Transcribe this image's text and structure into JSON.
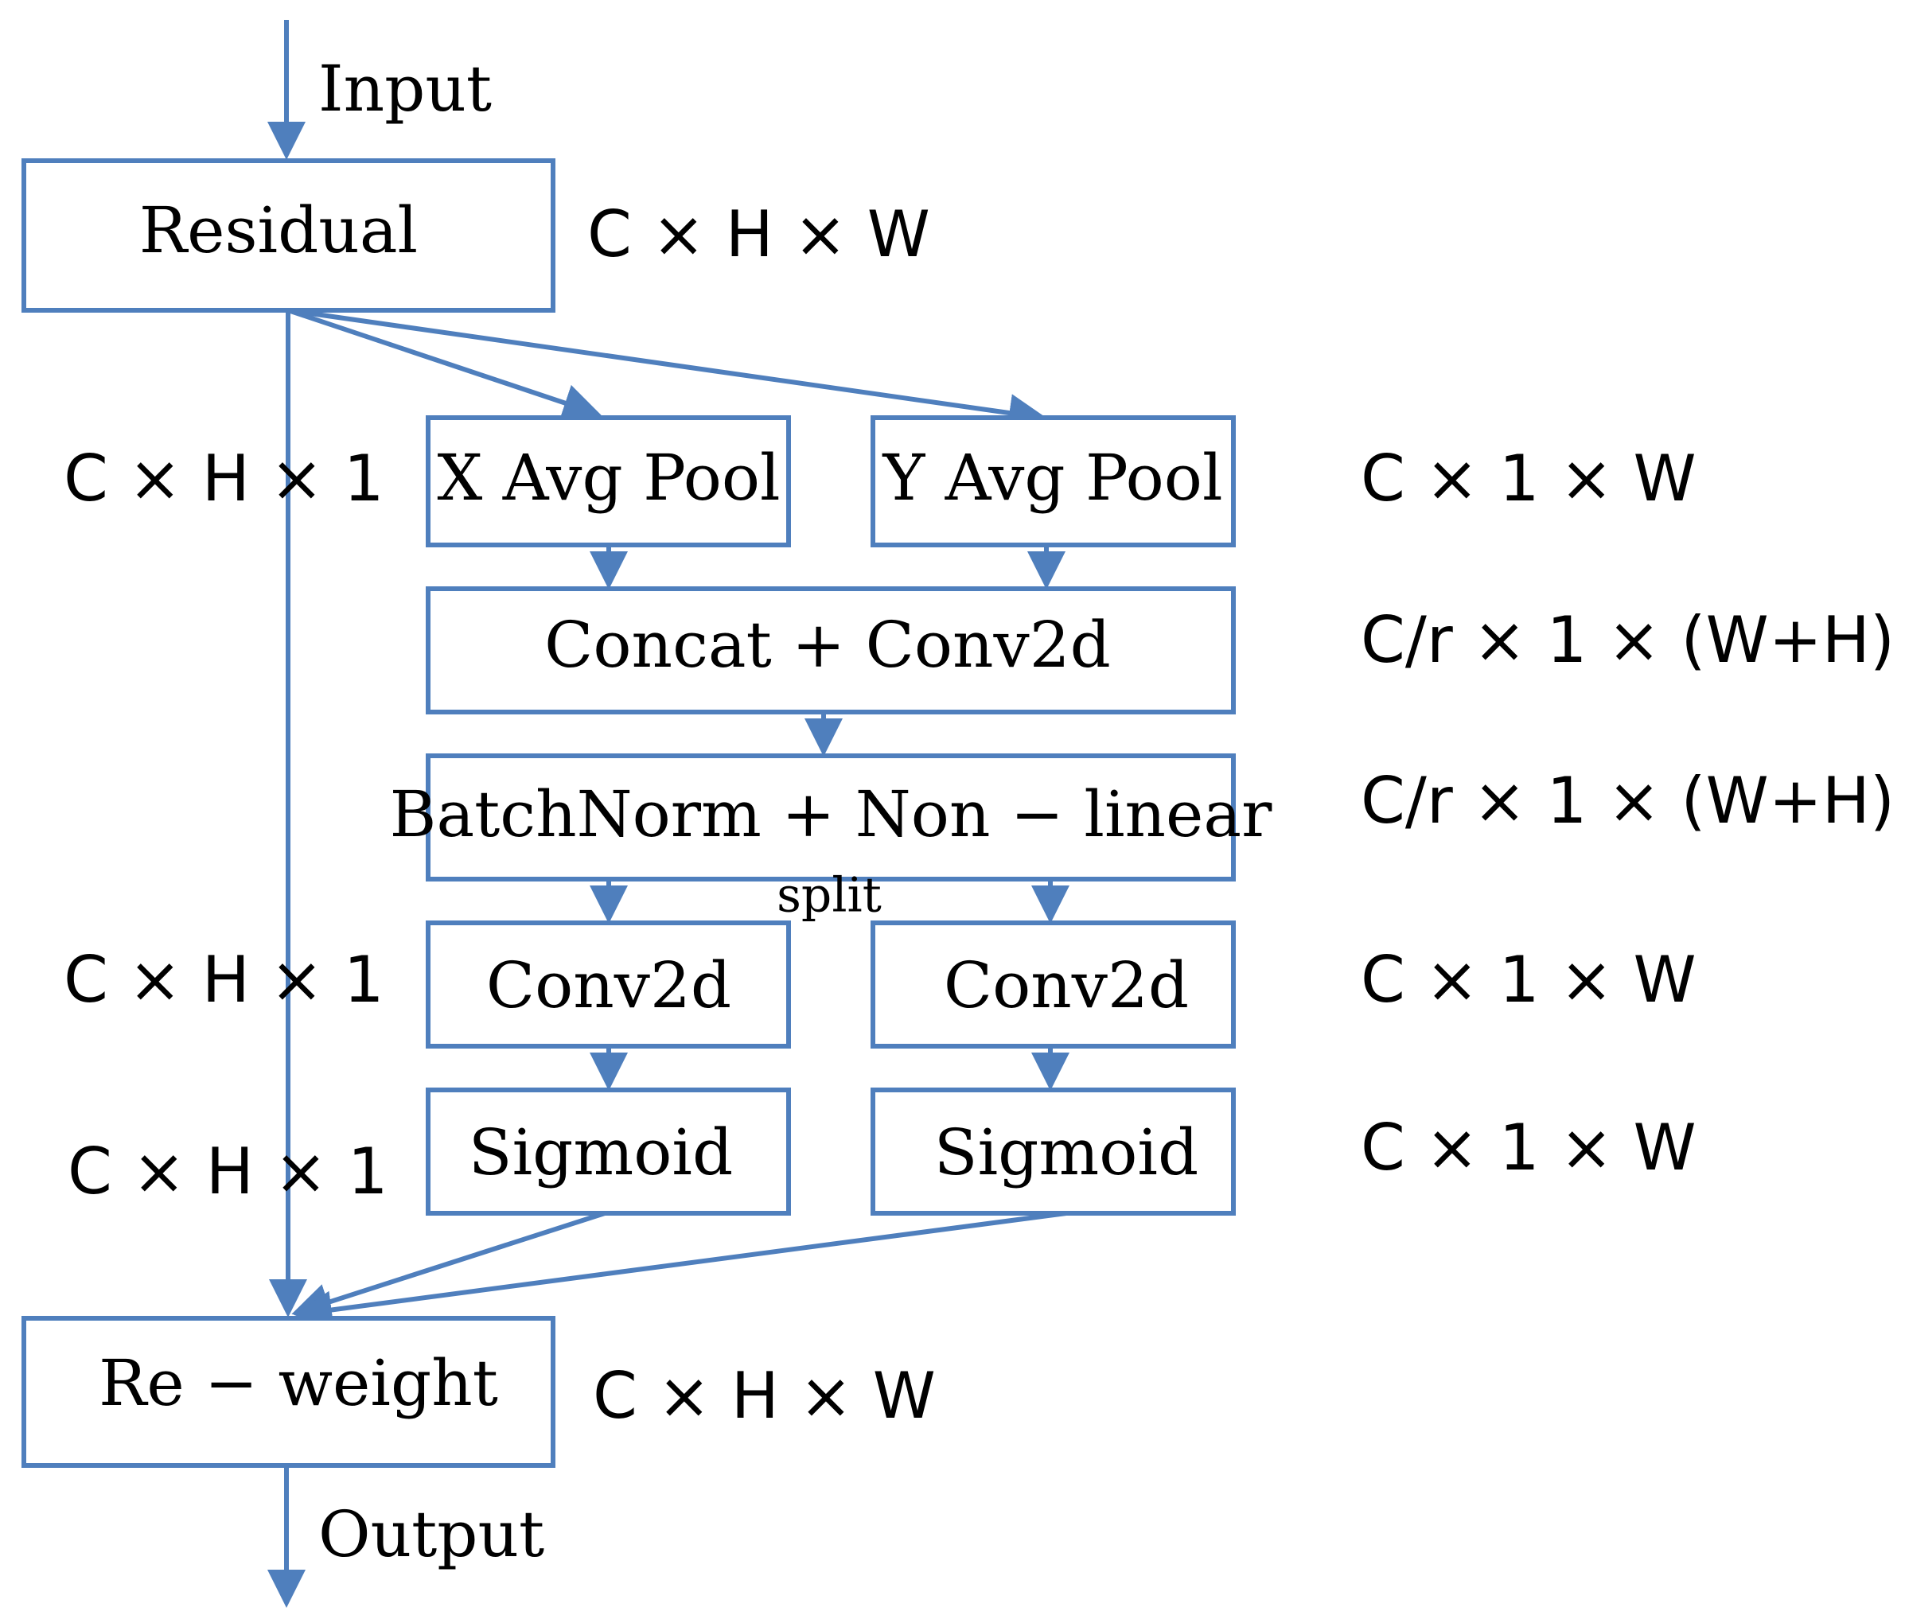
{
  "colors": {
    "line": "#4f7fbd",
    "text": "#000000",
    "background": "#ffffff"
  },
  "labels": {
    "input": "Input",
    "output": "Output",
    "split": "split"
  },
  "boxes": {
    "residual": "Residual",
    "x_avg_pool": "X Avg Pool",
    "y_avg_pool": "Y Avg Pool",
    "concat_conv": "Concat + Conv2d",
    "batchnorm": "BatchNorm + Non − linear",
    "conv_left": "Conv2d",
    "conv_right": "Conv2d",
    "sigmoid_left": "Sigmoid",
    "sigmoid_right": "Sigmoid",
    "reweight": "Re − weight"
  },
  "dims": {
    "residual": "C × H × W",
    "left_pool": "C × H × 1",
    "right_pool": "C × 1 × W",
    "concat": "C/r × 1 × (W+H)",
    "batchnorm": "C/r × 1 × (W+H)",
    "left_conv": "C × H × 1",
    "right_conv": "C × 1 × W",
    "left_sigmoid": "C × H × 1",
    "right_sigmoid": "C × 1 × W",
    "reweight": "C × H × W"
  }
}
